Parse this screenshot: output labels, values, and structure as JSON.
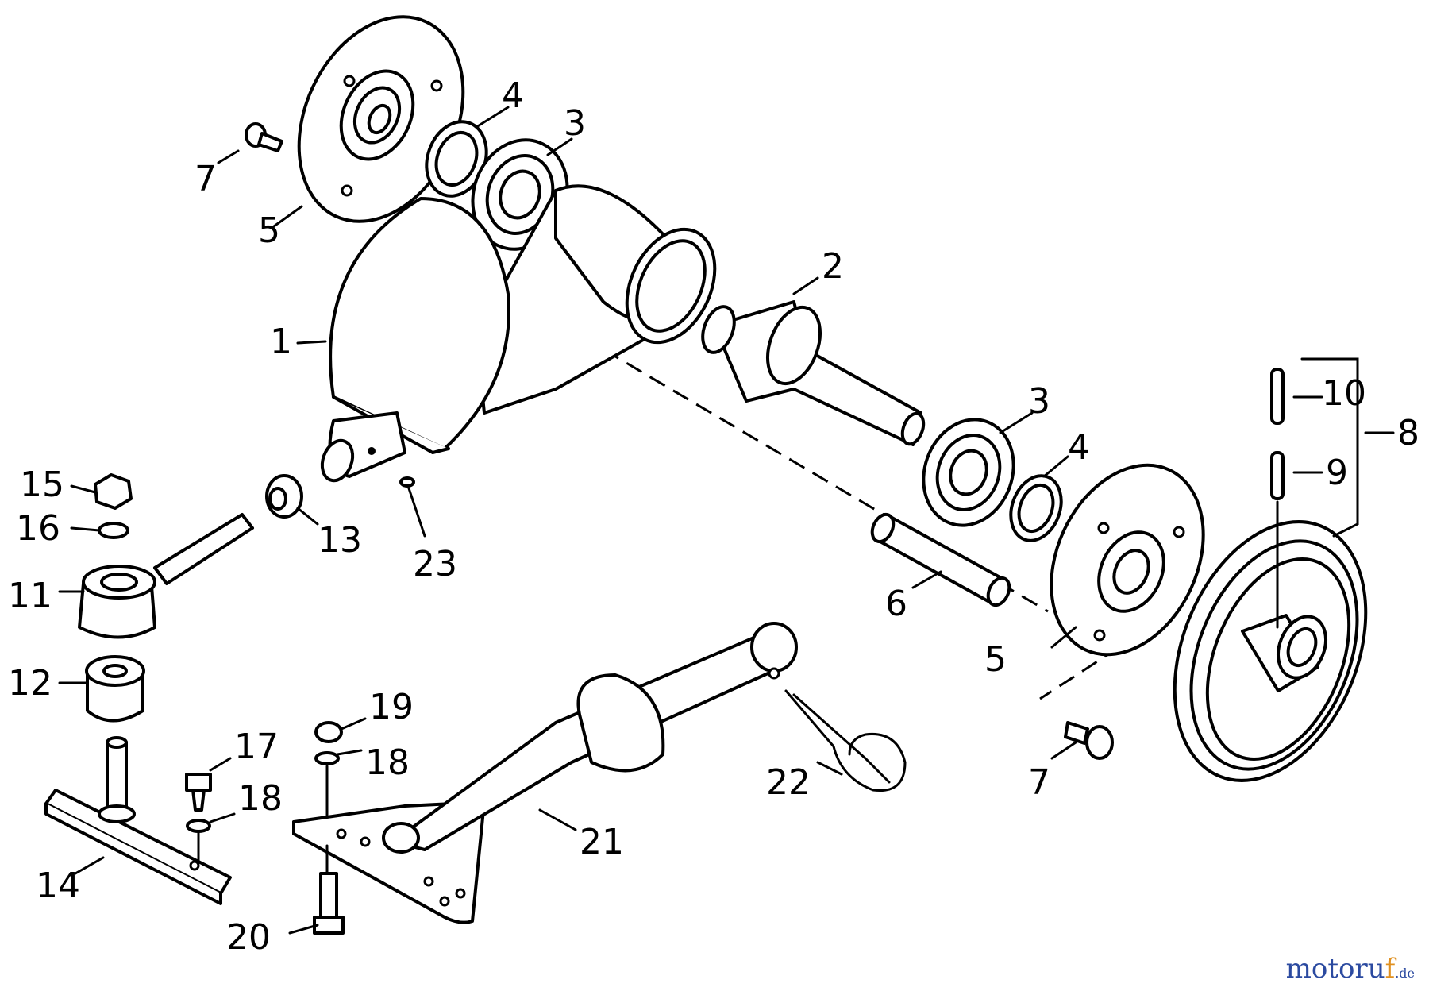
{
  "labels": {
    "p1": "1",
    "p2": "2",
    "p3a": "3",
    "p3b": "3",
    "p4a": "4",
    "p4b": "4",
    "p5a": "5",
    "p5b": "5",
    "p6": "6",
    "p7a": "7",
    "p7b": "7",
    "p8": "8",
    "p9": "9",
    "p10": "10",
    "p11": "11",
    "p12": "12",
    "p13": "13",
    "p14": "14",
    "p15": "15",
    "p16": "16",
    "p17": "17",
    "p18a": "18",
    "p18b": "18",
    "p19": "19",
    "p20": "20",
    "p21": "21",
    "p22": "22",
    "p23": "23"
  },
  "watermark": {
    "a": "motoru",
    "b": "f",
    "c": ".de"
  }
}
